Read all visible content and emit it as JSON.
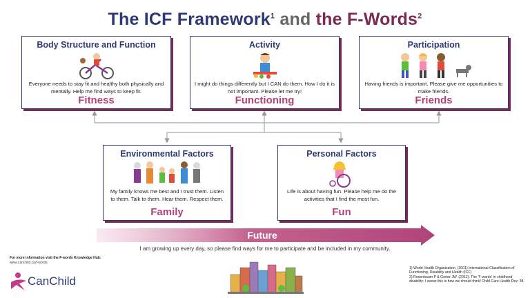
{
  "title": {
    "part1": "The ICF Framework",
    "sup1": "1",
    "and": "and",
    "part2": "the F-Words",
    "sup2": "2"
  },
  "boxes": {
    "body": {
      "title": "Body Structure and Function",
      "body": "Everyone needs to stay fit and healthy both physically and mentally. Help me find ways to keep fit.",
      "fword": "Fitness"
    },
    "activity": {
      "title": "Activity",
      "body": "I might do things differently but I CAN do them. How I do it is not important. Please let me try!",
      "fword": "Functioning"
    },
    "participation": {
      "title": "Participation",
      "body": "Having friends is important. Please give me opportunities to make friends.",
      "fword": "Friends"
    },
    "environmental": {
      "title": "Environmental Factors",
      "body": "My family knows me best and I trust them. Listen to them. Talk to them. Hear them. Respect them.",
      "fword": "Family"
    },
    "personal": {
      "title": "Personal Factors",
      "body": "Life is about having fun. Please help me do the activities that I find the most fun.",
      "fword": "Fun"
    }
  },
  "future": {
    "label": "Future",
    "text": "I am growing up every day, so please find ways for me to participate and be included in my community."
  },
  "footer": {
    "info": "For more information visit the F-words Knowledge Hub:",
    "url": "www.canchild.ca/f-words",
    "logo": "CanChild",
    "ref1": "1) World Health Organization. (2001) International Classification of Functioning, Disability and Health (ICF)",
    "ref2": "2) Rosenbaum P & Gorter JW. (2012). The 'F-words' in childhood disability: I swear this is how we should think! Child Care Health Dev; 38."
  },
  "colors": {
    "navy": "#2e3a73",
    "plum": "#7a2a55",
    "pink": "#b0447a"
  },
  "icons": [
    "child-bike-illustration",
    "child-painting-illustration",
    "friends-dog-illustration",
    "family-illustration",
    "wheelchair-girl-illustration",
    "city-illustration",
    "canchild-logo-icon"
  ]
}
